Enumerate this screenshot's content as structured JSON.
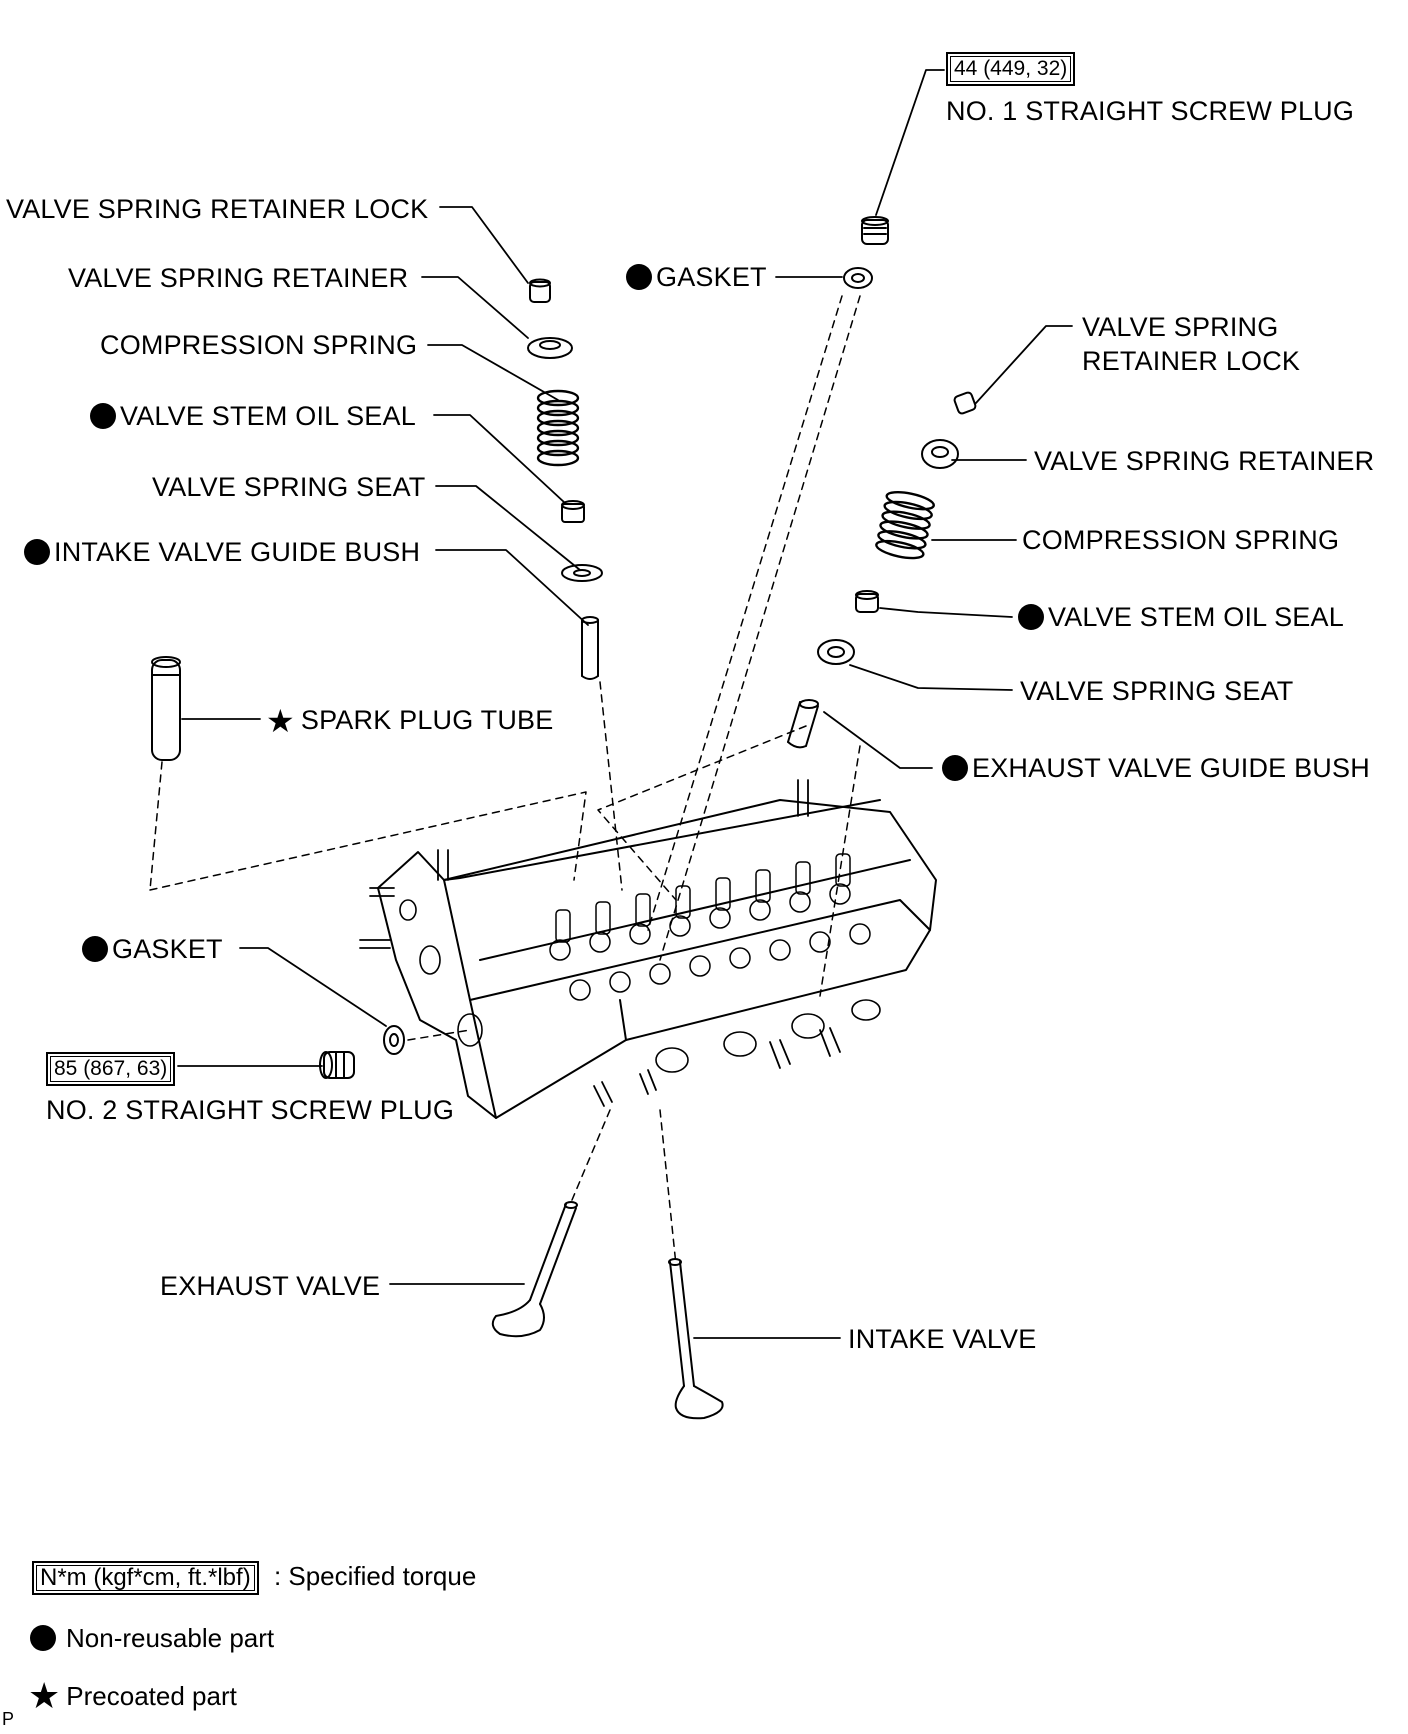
{
  "labels": {
    "plug1_torque": "44 (449, 32)",
    "plug1": "NO. 1 STRAIGHT SCREW PLUG",
    "l_retainer_lock": "VALVE SPRING RETAINER LOCK",
    "l_retainer": "VALVE SPRING RETAINER",
    "l_spring": "COMPRESSION SPRING",
    "l_oil_seal": "VALVE STEM OIL SEAL",
    "l_seat": "VALVE SPRING SEAT",
    "l_guide": "INTAKE VALVE GUIDE BUSH",
    "gasket_top": "GASKET",
    "r_retainer_lock_1": "VALVE SPRING",
    "r_retainer_lock_2": "RETAINER LOCK",
    "r_retainer": "VALVE SPRING RETAINER",
    "r_spring": "COMPRESSION SPRING",
    "r_oil_seal": "VALVE STEM OIL SEAL",
    "r_seat": "VALVE SPRING SEAT",
    "r_guide": "EXHAUST VALVE GUIDE BUSH",
    "spark_tube": "SPARK PLUG TUBE",
    "gasket_left": "GASKET",
    "plug2_torque": "85 (867, 63)",
    "plug2": "NO. 2 STRAIGHT SCREW PLUG",
    "exhaust_valve": "EXHAUST VALVE",
    "intake_valve": "INTAKE VALVE"
  },
  "legend": {
    "torque_unit": "N*m (kgf*cm, ft.*lbf)",
    "torque_text": ": Specified torque",
    "nonreusable": "Non-reusable part",
    "precoated": "Precoated part"
  },
  "corner_mark": "P"
}
